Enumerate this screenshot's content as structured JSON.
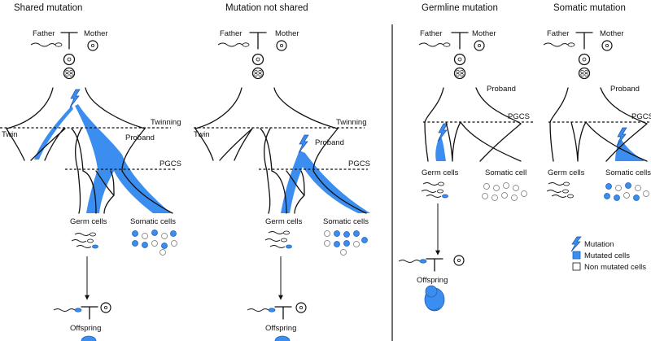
{
  "panels": {
    "shared": {
      "title": "Shared mutation",
      "father": "Father",
      "mother": "Mother",
      "twinning": "Twinning",
      "twin": "Twin",
      "proband": "Proband",
      "pgcs": "PGCS",
      "germ": "Germ cells",
      "somatic": "Somatic cells",
      "offspring": "Offspring"
    },
    "not_shared": {
      "title": "Mutation not shared",
      "father": "Father",
      "mother": "Mother",
      "twinning": "Twinning",
      "twin": "Twin",
      "proband": "Proband",
      "pgcs": "PGCS",
      "germ": "Germ cells",
      "somatic": "Somatic cells",
      "offspring": "Offspring"
    },
    "germline": {
      "title": "Germline mutation",
      "father": "Father",
      "mother": "Mother",
      "proband": "Proband",
      "pgcs": "PGCS",
      "germ": "Germ cells",
      "somatic": "Somatic cell",
      "offspring": "Offspring"
    },
    "somatic": {
      "title": "Somatic mutation",
      "father": "Father",
      "mother": "Mother",
      "proband": "Proband",
      "pgcs": "PGCS",
      "germ": "Germ cells",
      "somatic": "Somatic cells"
    }
  },
  "legend": {
    "mutation": "Mutation",
    "mutated": "Mutated cells",
    "non_mutated": "Non mutated cells"
  },
  "colors": {
    "mutated": "#3b8ef0",
    "outline": "#111111"
  }
}
